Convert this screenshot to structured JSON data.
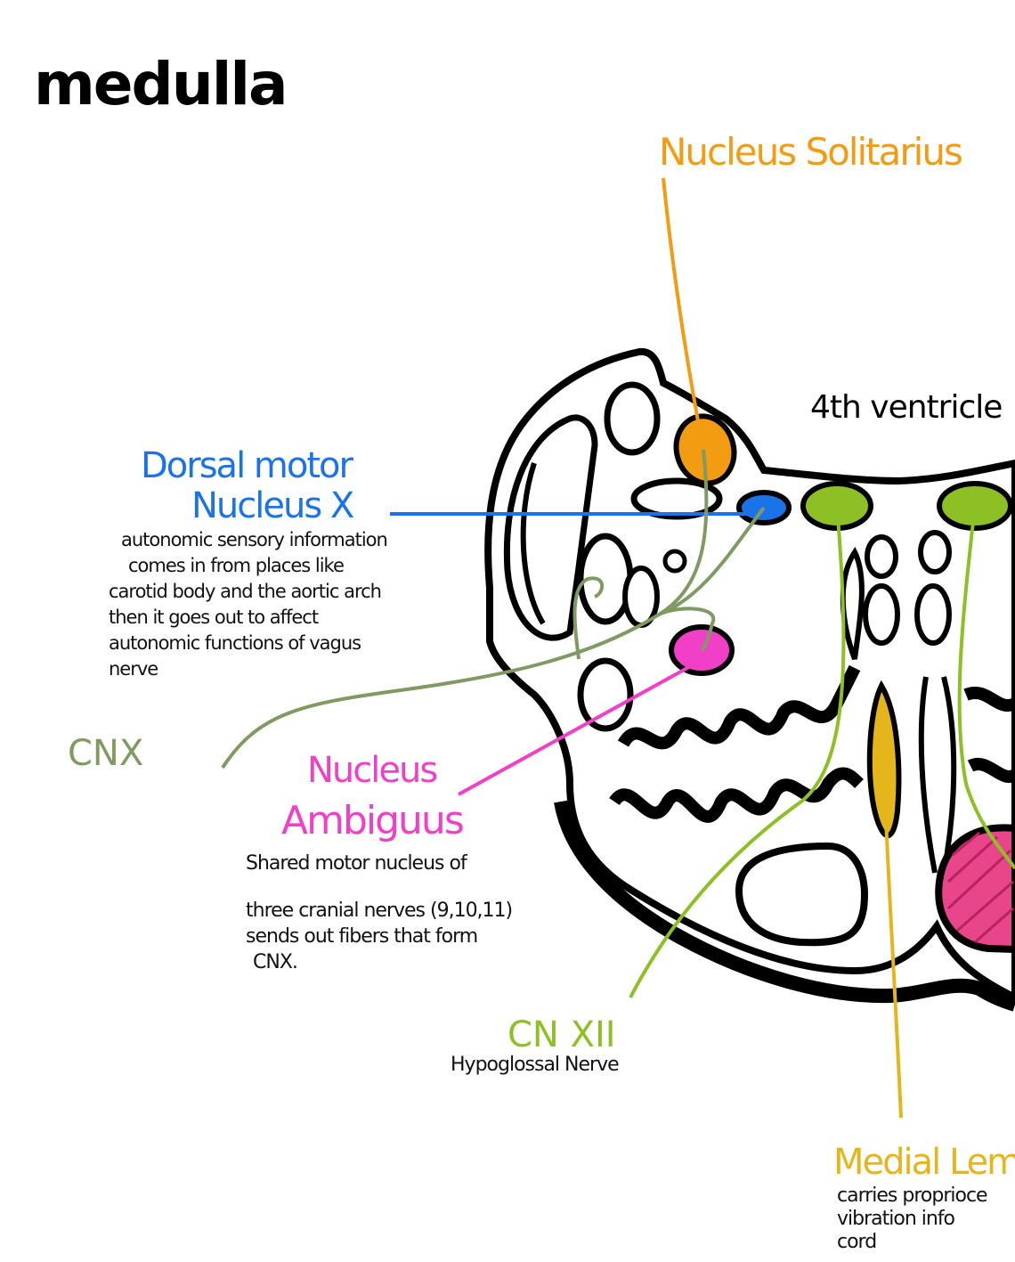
{
  "title": "medulla",
  "labels": {
    "nucleus_solitarius": "Nucleus Solitarius",
    "fourth_ventricle": "4th ventricle",
    "dorsal_motor": [
      "Dorsal motor",
      "Nucleus X"
    ],
    "dorsal_motor_note": [
      "autonomic sensory information",
      "comes in from places like",
      "carotid body and the aortic arch",
      "then it goes out to affect",
      "autonomic functions of vagus",
      "nerve"
    ],
    "cn_x": "CNX",
    "nucleus_ambiguus": [
      "Nucleus",
      "Ambiguus"
    ],
    "nucleus_ambiguus_note": [
      "Shared motor nucleus of",
      "three cranial nerves (9,10,11)",
      "sends out fibers that form",
      "CNX."
    ],
    "cn_xii": "CN XII",
    "cn_xii_sub": "Hypoglossal Nerve",
    "medial_lemniscus": "Medial Lem",
    "medial_lemniscus_note": [
      "carries proprioce",
      "vibration info",
      "cord"
    ]
  },
  "colors": {
    "outline": "#000000",
    "solitarius": "#f39c12",
    "dorsal_motor": "#1a73e8",
    "cn_x": "#7f9a63",
    "ambiguus": "#f23fc8",
    "cn_xii": "#8cc024",
    "lemniscus": "#e5b51c",
    "pyramid": "#e8458a"
  }
}
